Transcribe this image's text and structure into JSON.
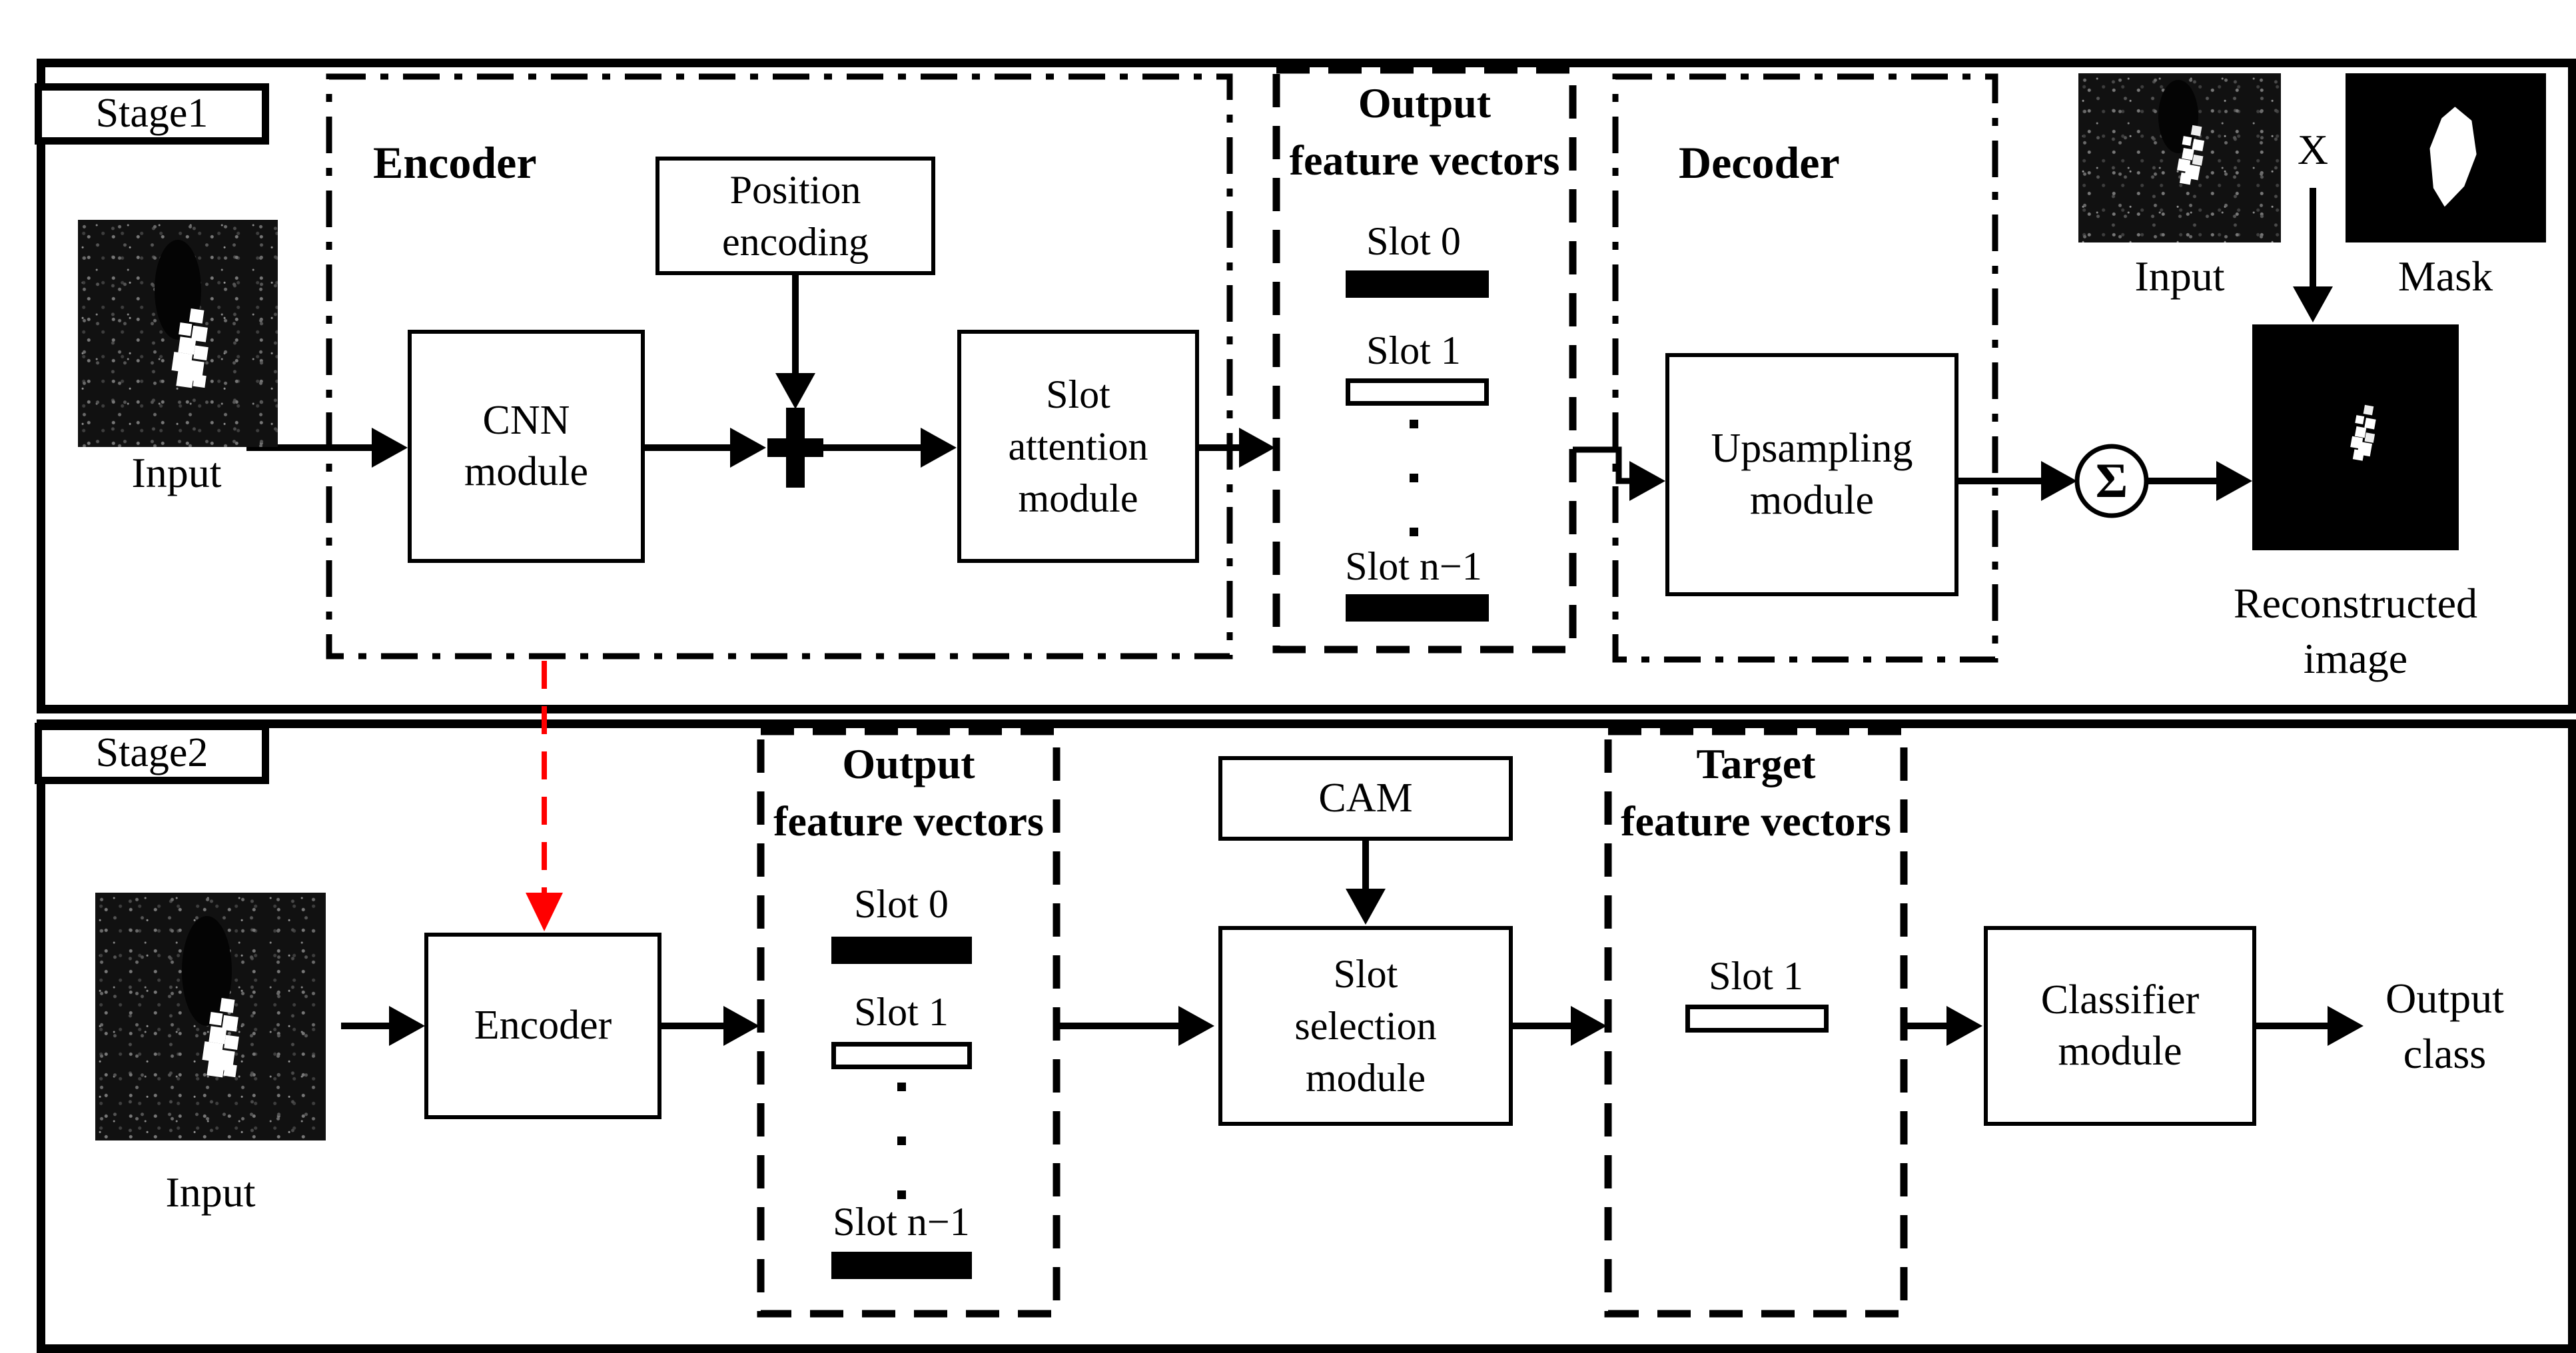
{
  "colors": {
    "red_arrow": "#FF0000",
    "line": "#000000",
    "background": "#FFFFFF"
  },
  "stage1": {
    "tag": "Stage1",
    "input_image_label": "Input",
    "encoder_box_title": "Encoder",
    "cnn_module": "CNN\nmodule",
    "position_encoding": "Position\nencoding",
    "add_symbol": "+",
    "slot_attention_module": "Slot\nattention\nmodule",
    "output_feature_vectors": {
      "title": "Output\nfeature vectors",
      "slots": [
        {
          "label": "Slot 0",
          "bar": "filled"
        },
        {
          "label": "Slot 1",
          "bar": "outline"
        },
        {
          "label": "Slot n−1",
          "bar": "filled"
        }
      ]
    },
    "decoder_box_title": "Decoder",
    "upsampling_module": "Upsampling\nmodule",
    "sum_symbol": "Σ",
    "multiply_symbol": "X",
    "top_right_input_label": "Input",
    "mask_label": "Mask",
    "reconstructed_label": "Reconstructed\nimage"
  },
  "stage2": {
    "tag": "Stage2",
    "input_image_label": "Input",
    "encoder_module": "Encoder",
    "output_feature_vectors": {
      "title": "Output\nfeature vectors",
      "slots": [
        {
          "label": "Slot 0",
          "bar": "filled"
        },
        {
          "label": "Slot 1",
          "bar": "outline"
        },
        {
          "label": "Slot n−1",
          "bar": "filled"
        }
      ]
    },
    "cam_module": "CAM",
    "slot_selection_module": "Slot\nselection\nmodule",
    "target_feature_vectors": {
      "title": "Target\nfeature vectors",
      "slots": [
        {
          "label": "Slot 1",
          "bar": "outline"
        }
      ]
    },
    "classifier_module": "Classifier\nmodule",
    "output_class": "Output\nclass"
  }
}
